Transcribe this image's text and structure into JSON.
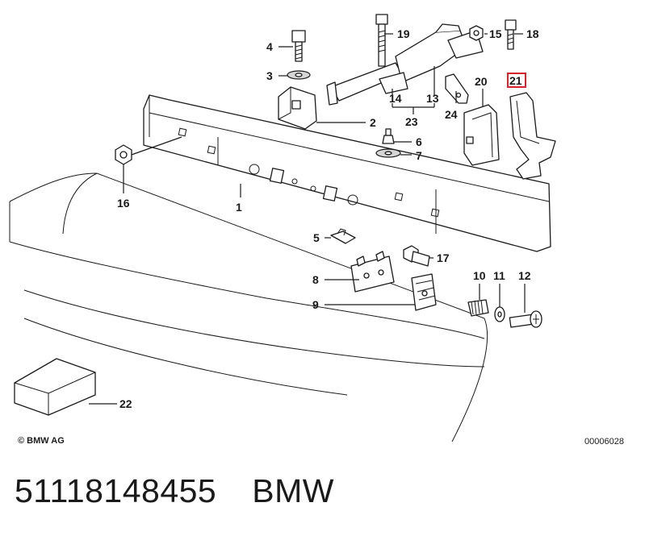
{
  "diagram": {
    "highlighted_part": "21",
    "callouts": {
      "c1": "1",
      "c2": "2",
      "c3": "3",
      "c4": "4",
      "c5": "5",
      "c6": "6",
      "c7": "7",
      "c8": "8",
      "c9": "9",
      "c10": "10",
      "c11": "11",
      "c12": "12",
      "c13": "13",
      "c14": "14",
      "c15": "15",
      "c16": "16",
      "c17": "17",
      "c18": "18",
      "c19": "19",
      "c20": "20",
      "c21": "21",
      "c22": "22",
      "c23": "23",
      "c24": "24"
    },
    "highlight_color": "#d8232a"
  },
  "copyright": "© BMW AG",
  "diagram_id": "00006028",
  "footer": {
    "part_number": "51118148455",
    "brand": "BMW"
  }
}
